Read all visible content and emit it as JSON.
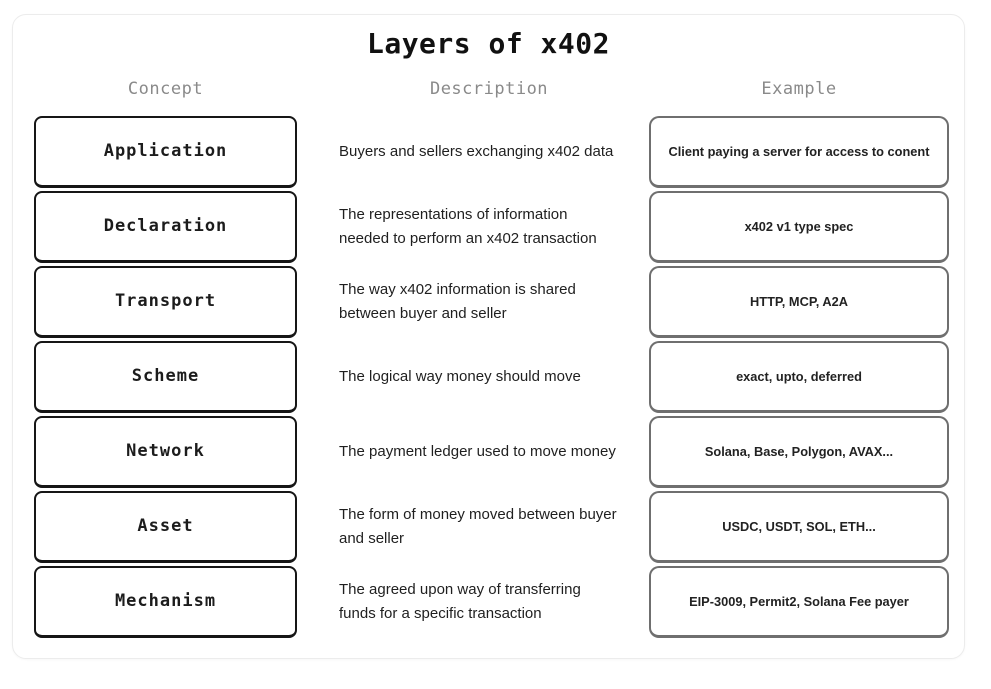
{
  "title": "Layers of x402",
  "columns": {
    "concept": "Concept",
    "description": "Description",
    "example": "Example"
  },
  "rows": [
    {
      "concept": "Application",
      "description": "Buyers and sellers exchanging x402 data",
      "example": "Client paying a server for access to conent"
    },
    {
      "concept": "Declaration",
      "description": "The representations of information needed to perform an x402 transaction",
      "example": "x402 v1 type spec"
    },
    {
      "concept": "Transport",
      "description": "The way x402 information is shared between buyer and seller",
      "example": "HTTP, MCP, A2A"
    },
    {
      "concept": "Scheme",
      "description": "The logical way money should move",
      "example": "exact, upto, deferred"
    },
    {
      "concept": "Network",
      "description": "The payment ledger used to move money",
      "example": "Solana, Base, Polygon, AVAX..."
    },
    {
      "concept": "Asset",
      "description": "The form of money moved between buyer and seller",
      "example": "USDC, USDT, SOL, ETH..."
    },
    {
      "concept": "Mechanism",
      "description": "The agreed upon way of transferring funds for a specific transaction",
      "example": "EIP-3009, Permit2, Solana Fee payer"
    }
  ],
  "colors": {
    "concept_border": "#161616",
    "example_border": "#6f6f6f",
    "header_text": "#8a8a8a",
    "card_border": "#ececec"
  }
}
